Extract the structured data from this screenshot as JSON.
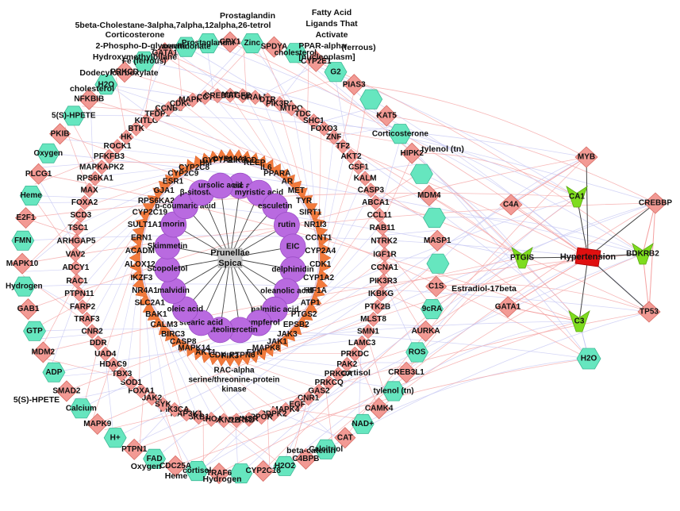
{
  "center": {
    "lines": [
      "Prunellae",
      "Spica"
    ],
    "color": "#c9c9c9"
  },
  "colors": {
    "herb_node": "#b96ae0",
    "ring_target": "#f27a3c",
    "gene_node": "#f29a94",
    "metabolite_node": "#66e6bf",
    "hub_node": "#7fdc1e",
    "hypertension_node": "#e01010",
    "edge_gene": "#f4a0a0",
    "edge_metabolite": "#c6c7f3",
    "edge_herb": "#444444"
  },
  "compounds": [
    "caffeic acid",
    "myristic acid",
    "esculetin",
    "rutin",
    "EIC",
    "delphinidin",
    "oleanolic acid",
    "palmitic acid",
    "kaempferol",
    "quercetin",
    "luteolin",
    "stearic acid",
    "oleic acid",
    "malvidin",
    "Scopoletol",
    "Skimmetin",
    "morin",
    "p-coumaric acid",
    "β-sitosterol",
    "ursolic acid"
  ],
  "inner_ring": [
    "CYP19A1",
    "PIK3CD",
    "REEP",
    "IL6",
    "PPARA",
    "AR",
    "MET",
    "TYR",
    "SIRT1",
    "NR1I3",
    "CCNT1",
    "CYP2A4",
    "CDK1",
    "CYP1A2",
    "HIF1A",
    "ATP1",
    "PTGS2",
    "EPSB2",
    "JAK3",
    "JAK1",
    "MAPK8",
    "FYN",
    "PTPN6",
    "PIK3",
    "CDK",
    "AKT1",
    "MAPK14",
    "CASP8",
    "BIRC3",
    "CALM3",
    "BAK1",
    "SLC2A1",
    "NR4A1",
    "IKZF3",
    "ALOX12",
    "ACADM",
    "ERN1",
    "SULT1A1",
    "CYP2C19",
    "RPS6KA2",
    "GJA1",
    "ESR1",
    "CYP2C9",
    "CYP2C8",
    "HM",
    "CYP7A1"
  ],
  "inner_labels": [
    "RAC-alpha",
    "serine/threonine-protein",
    "kinase"
  ],
  "outer_ring": [
    "SMAD1",
    "TGFB2",
    "GRALM",
    "DTR",
    "PIK3R1",
    "MTPO",
    "TDC",
    "SHC1",
    "FOXO3",
    "ZNF",
    "TF2",
    "AKT2",
    "CSF1",
    "KALM",
    "CASP3",
    "ABCA1",
    "CCL11",
    "RAB11",
    "NTRK2",
    "IGF1R",
    "CCNA1",
    "PIK3R3",
    "IKBKG",
    "PTK2B",
    "MLST8",
    "SMN1",
    "LAMC3",
    "PRKDC",
    "PAK2",
    "PRKCA",
    "PRKCQ",
    "GAS2",
    "CNR1",
    "EGF",
    "MAPK4",
    "PDPK2",
    "PPOR",
    "INSR",
    "PPP2R5D",
    "CDKN1B",
    "RHOA",
    "SKB1",
    "MAP3K1",
    "PIK3CA",
    "SYK",
    "JAK2",
    "FOXA1",
    "SOD1",
    "TBX3",
    "HDAC9",
    "UAD4",
    "DDR",
    "CNR2",
    "TRAF3",
    "FARP2",
    "PTPN11",
    "RAC1",
    "ADCY1",
    "VAV2",
    "ARHGAP5",
    "TSC1",
    "SCD3",
    "FOXA2",
    "MAX",
    "RPS6KA1",
    "MAPKAPK2",
    "PFKFB3",
    "ROCK1",
    "HK",
    "BTK",
    "KITLG",
    "TFDP1",
    "CCNB1",
    "CDK6",
    "MAPK1",
    "CCT",
    "CREB3"
  ],
  "outer_nodes": [
    "GPX1",
    "SPDYA",
    "CYP2E1",
    "PIAS3",
    "KAT5",
    "HIPK2",
    "MDM4",
    "MASP1",
    "C1S",
    "AURKA",
    "CREB3L1",
    "CAMK4",
    "CAT",
    "C4BPB",
    "CYP2C18",
    "TRAF6",
    "CDC25A",
    "PTPN1",
    "MAPK9",
    "SMAD2",
    "MDM2",
    "GAB1",
    "MAPK10",
    "E2F1",
    "PLCG1",
    "PKIB",
    "NFKBIB",
    "PRKCD",
    "GATA1"
  ],
  "metabolites": [
    "Zinc",
    "cholesterol",
    "G2",
    "5beta-Cholestane-3alpha,7alpha,12alpha,26-tetrol",
    "Corticosterone",
    "2-Phospho-D-glycerate",
    "Hydroxymethylbilane",
    "Dodecylcarboxylate",
    "9cRA",
    "ROS",
    "tylenol (tn)",
    "NAD+",
    "Calcitriol",
    "H2O2",
    "Estradiol-17beta",
    "cortisol",
    "FAD",
    "H+",
    "Calcium",
    "ADP",
    "GTP",
    "Hydrogen",
    "FMN",
    "Heme",
    "Oxygen",
    "5(S)-HPETE",
    "H2O",
    "Fe (ferrous)",
    "arachidonate",
    "Prostaglandin"
  ],
  "free_labels": [
    "5beta-Cholestane-3alpha,7alpha,12alpha,26-tetrol",
    "Corticosterone",
    "2-Phospho-D-glycerate",
    "Hydroxymethylbilane",
    "Dodecylcarboxylate",
    "cholesterol",
    "Fatty Acid",
    "Ligands That",
    "Activate",
    "PPAR-alpha",
    "[nucleoplasm]",
    "(ferrous)",
    "tylenol (tn)",
    "Estradiol-17beta",
    "5(S)-HPETE",
    "Oxygen",
    "Heme",
    "Hydrogen",
    "beta-catenin",
    "cortisol",
    "Prostaglandin"
  ],
  "hubs": [
    "CA1",
    "PTGIS",
    "C3",
    "BDKRB2"
  ],
  "right_genes": [
    "MYB",
    "CREBBP",
    "TP53",
    "C4A",
    "GATA1"
  ],
  "disease": "Hypertension"
}
